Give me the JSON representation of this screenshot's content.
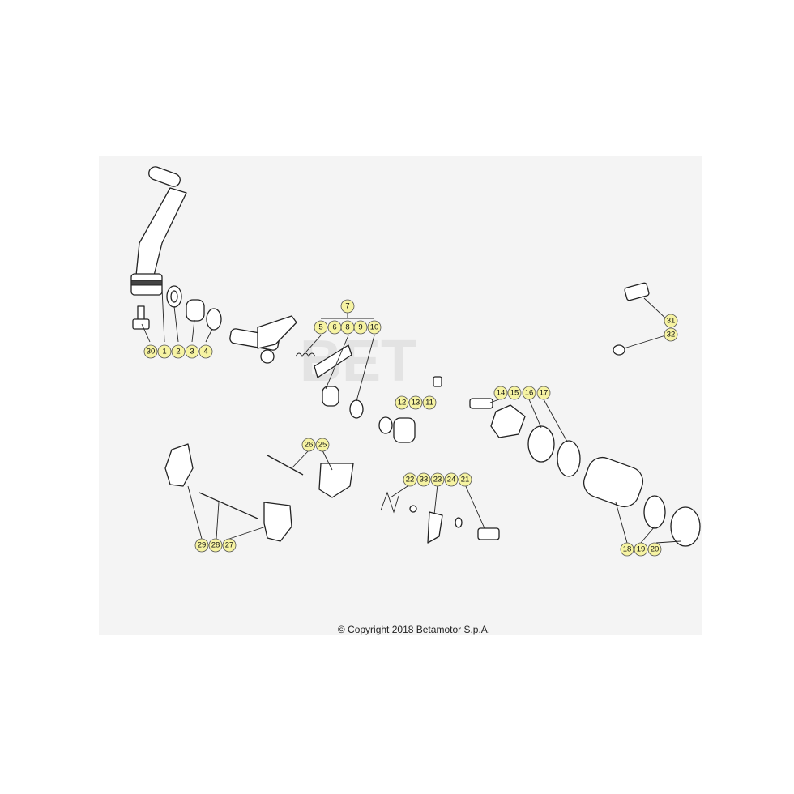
{
  "copyright": "© Copyright 2018 Betamotor S.p.A.",
  "callout_color": "#f6f3a2",
  "callouts": [
    "1",
    "2",
    "3",
    "4",
    "5",
    "6",
    "7",
    "8",
    "9",
    "10",
    "11",
    "12",
    "13",
    "14",
    "15",
    "16",
    "17",
    "18",
    "19",
    "20",
    "21",
    "22",
    "23",
    "24",
    "25",
    "26",
    "27",
    "28",
    "29",
    "30",
    "31",
    "32",
    "33"
  ]
}
